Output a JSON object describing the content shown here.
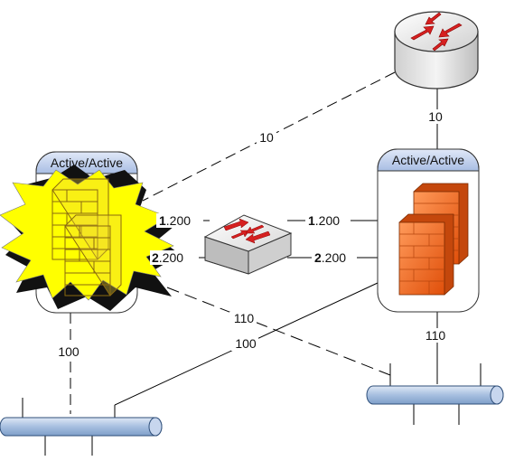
{
  "clusters": {
    "left": {
      "label": "Active/Active",
      "state": "failed"
    },
    "right": {
      "label": "Active/Active",
      "state": "active"
    }
  },
  "links": {
    "router_to_left_fw": "10",
    "router_to_right_fw": "10",
    "left_fw_to_left_segment": "100",
    "left_fw_to_right_segment": "110",
    "right_fw_to_left_segment": "100",
    "right_fw_to_right_segment": "110"
  },
  "ports": {
    "left_fw_top": {
      "bold": "1",
      "rest": ".200"
    },
    "left_fw_bottom": {
      "bold": "2",
      "rest": ".200"
    },
    "right_fw_top": {
      "bold": "1",
      "rest": ".200"
    },
    "right_fw_bottom": {
      "bold": "2",
      "rest": ".200"
    }
  },
  "icons": {
    "router": "router-icon",
    "switch": "switch-icon",
    "firewall_left": "firewall-icon",
    "firewall_right": "firewall-icon",
    "failure": "explosion-icon",
    "segment_left": "network-segment-icon",
    "segment_right": "network-segment-icon"
  },
  "colors": {
    "router_body": "#e4e4e4",
    "router_arrows": "#d62020",
    "cluster_header": "#c7d6ef",
    "explosion": "#ffff00",
    "firewall_orange": "#f0671f",
    "segment_blue": "#b8cde6"
  }
}
